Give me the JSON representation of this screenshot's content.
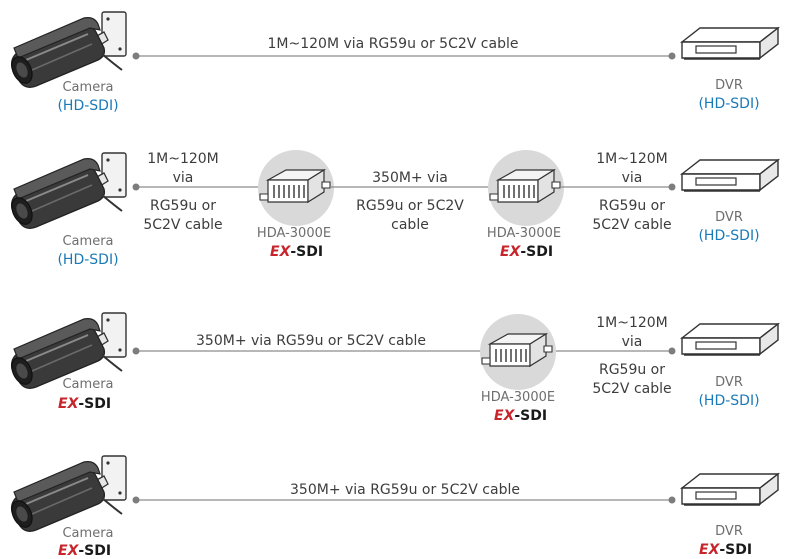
{
  "colors": {
    "accent_blue": "#1a7ab7",
    "exsdi_red": "#c8242b",
    "line_gray": "#8c8c8c"
  },
  "logo_text": {
    "ex": "EX",
    "sdi": "-SDI"
  },
  "rows": [
    {
      "camera": {
        "label": "Camera",
        "type": "(HD-SDI)"
      },
      "cable": "1M~120M via RG59u or 5C2V cable",
      "dvr": {
        "label": "DVR",
        "type": "(HD-SDI)"
      }
    },
    {
      "camera": {
        "label": "Camera",
        "type": "(HD-SDI)"
      },
      "cable_left": {
        "line1": "1M~120M",
        "line2": "via",
        "line3": "RG59u or",
        "line4": "5C2V cable"
      },
      "extender_left": {
        "model": "HDA-3000E"
      },
      "cable_mid": {
        "line1": "350M+ via",
        "line2": "RG59u or 5C2V",
        "line3": "cable"
      },
      "extender_right": {
        "model": "HDA-3000E"
      },
      "cable_right": {
        "line1": "1M~120M",
        "line2": "via",
        "line3": "RG59u or",
        "line4": "5C2V cable"
      },
      "dvr": {
        "label": "DVR",
        "type": "(HD-SDI)"
      }
    },
    {
      "camera": {
        "label": "Camera"
      },
      "cable_left": "350M+ via RG59u or 5C2V cable",
      "extender": {
        "model": "HDA-3000E"
      },
      "cable_right": {
        "line1": "1M~120M",
        "line2": "via",
        "line3": "RG59u or",
        "line4": "5C2V cable"
      },
      "dvr": {
        "label": "DVR",
        "type": "(HD-SDI)"
      }
    },
    {
      "camera": {
        "label": "Camera"
      },
      "cable": "350M+ via RG59u or 5C2V cable",
      "dvr": {
        "label": "DVR"
      }
    }
  ]
}
